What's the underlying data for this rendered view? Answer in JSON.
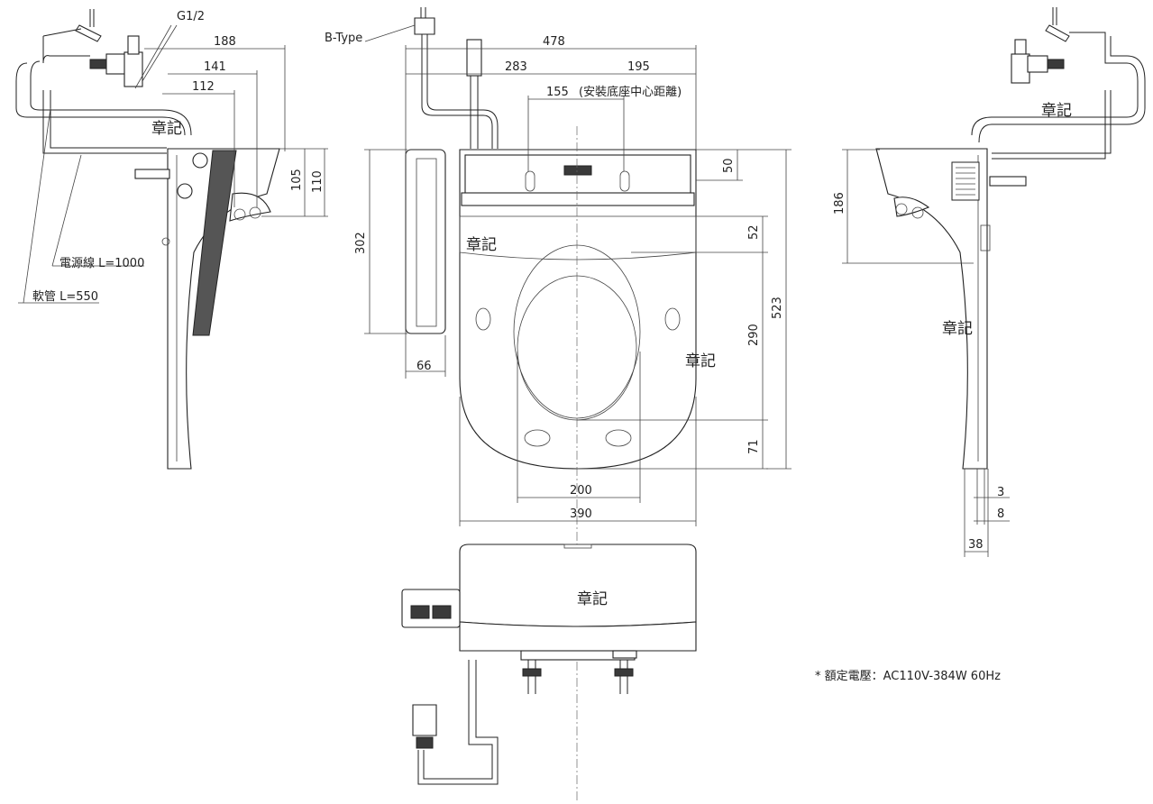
{
  "left_view": {
    "thread_label": "G1/2",
    "dim_188": "188",
    "dim_141": "141",
    "dim_112": "112",
    "dim_105": "105",
    "dim_110": "110",
    "seal_label": "章記",
    "power_cord_label": "電源線 L=1000",
    "hose_label": "軟管 L=550"
  },
  "top_view": {
    "plug_label": "B-Type",
    "dim_478": "478",
    "dim_283": "283",
    "dim_195": "195",
    "dim_155": "155",
    "mount_note": "(安裝底座中心距離)",
    "dim_50": "50",
    "dim_302": "302",
    "dim_52": "52",
    "dim_523": "523",
    "dim_290": "290",
    "dim_66": "66",
    "dim_71": "71",
    "dim_200": "200",
    "dim_390": "390",
    "seal_label_1": "章記",
    "seal_label_2": "章記"
  },
  "right_view": {
    "dim_186": "186",
    "dim_3": "3",
    "dim_8": "8",
    "dim_38": "38",
    "seal_label_1": "章記",
    "seal_label_2": "章記"
  },
  "rear_view": {
    "seal_label": "章記"
  },
  "spec_note": "* 額定電壓：AC110V-384W 60Hz"
}
